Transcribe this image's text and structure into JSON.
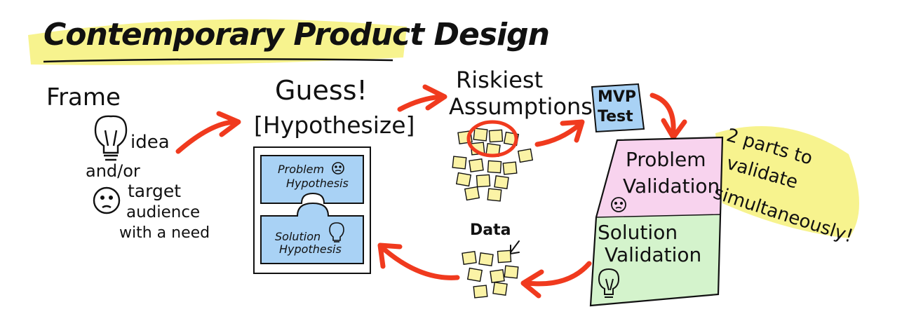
{
  "title": "Contemporary Product Design",
  "frame": {
    "heading": "Frame",
    "idea": "idea",
    "and_or": "and/or",
    "target_lines": [
      "target",
      "audience",
      "with a need"
    ]
  },
  "guess": {
    "heading": "Guess!",
    "subheading": "[Hypothesize]",
    "problem_hypothesis": [
      "Problem",
      "Hypothesis"
    ],
    "solution_hypothesis": [
      "Solution",
      "Hypothesis"
    ]
  },
  "riskiest": [
    "Riskiest",
    "Assumptions"
  ],
  "mvp": [
    "MVP",
    "Test"
  ],
  "validation": {
    "problem": [
      "Problem",
      "Validation"
    ],
    "solution": [
      "Solution",
      "Validation"
    ],
    "note": [
      "2 parts to",
      "validate",
      "simultaneously!"
    ]
  },
  "data_label": "Data",
  "colors": {
    "highlight_yellow": "#f6f17a",
    "arrow_red": "#f03a1e",
    "sticky_yellow": "#fbf3a6",
    "hypothesis_blue": "#a9d2f5",
    "problem_pink": "#f8d3ee",
    "solution_green": "#d4f3cc",
    "mvp_blue": "#a9d2f5"
  },
  "icons": [
    "lightbulb-icon",
    "confused-face-icon",
    "arrow-icon",
    "sticky-note-icon"
  ]
}
